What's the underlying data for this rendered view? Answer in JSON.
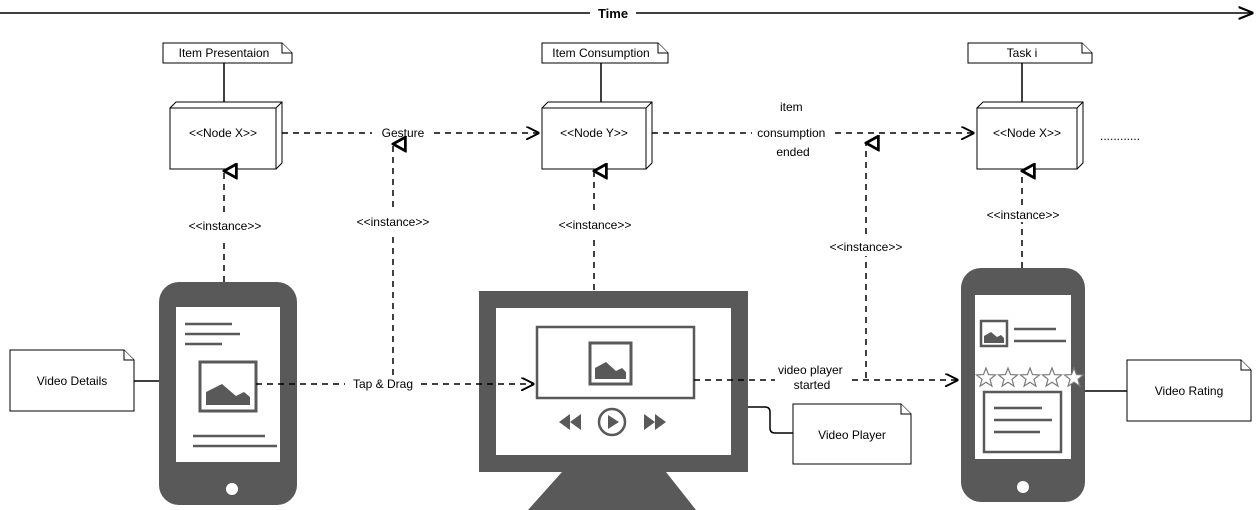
{
  "timeline": {
    "label": "Time"
  },
  "notes": {
    "item_presentation": "Item Presentaion",
    "item_consumption": "Item Consumption",
    "task": "Task i",
    "video_details": "Video Details",
    "video_player": "Video Player",
    "video_rating": "Video Rating"
  },
  "nodes": {
    "node1": "<<Node X>>",
    "node2": "<<Node Y>>",
    "node3": "<<Node X>>"
  },
  "instance_label": "<<instance>>",
  "edges": {
    "gesture": "Gesture",
    "item_consumption_ended": [
      "item",
      "consumption",
      "ended"
    ],
    "tap_drag": "Tap & Drag",
    "video_player_started": [
      "video player",
      "started"
    ],
    "continuation": "............"
  },
  "rating": {
    "stars": 5,
    "filled": 0
  }
}
